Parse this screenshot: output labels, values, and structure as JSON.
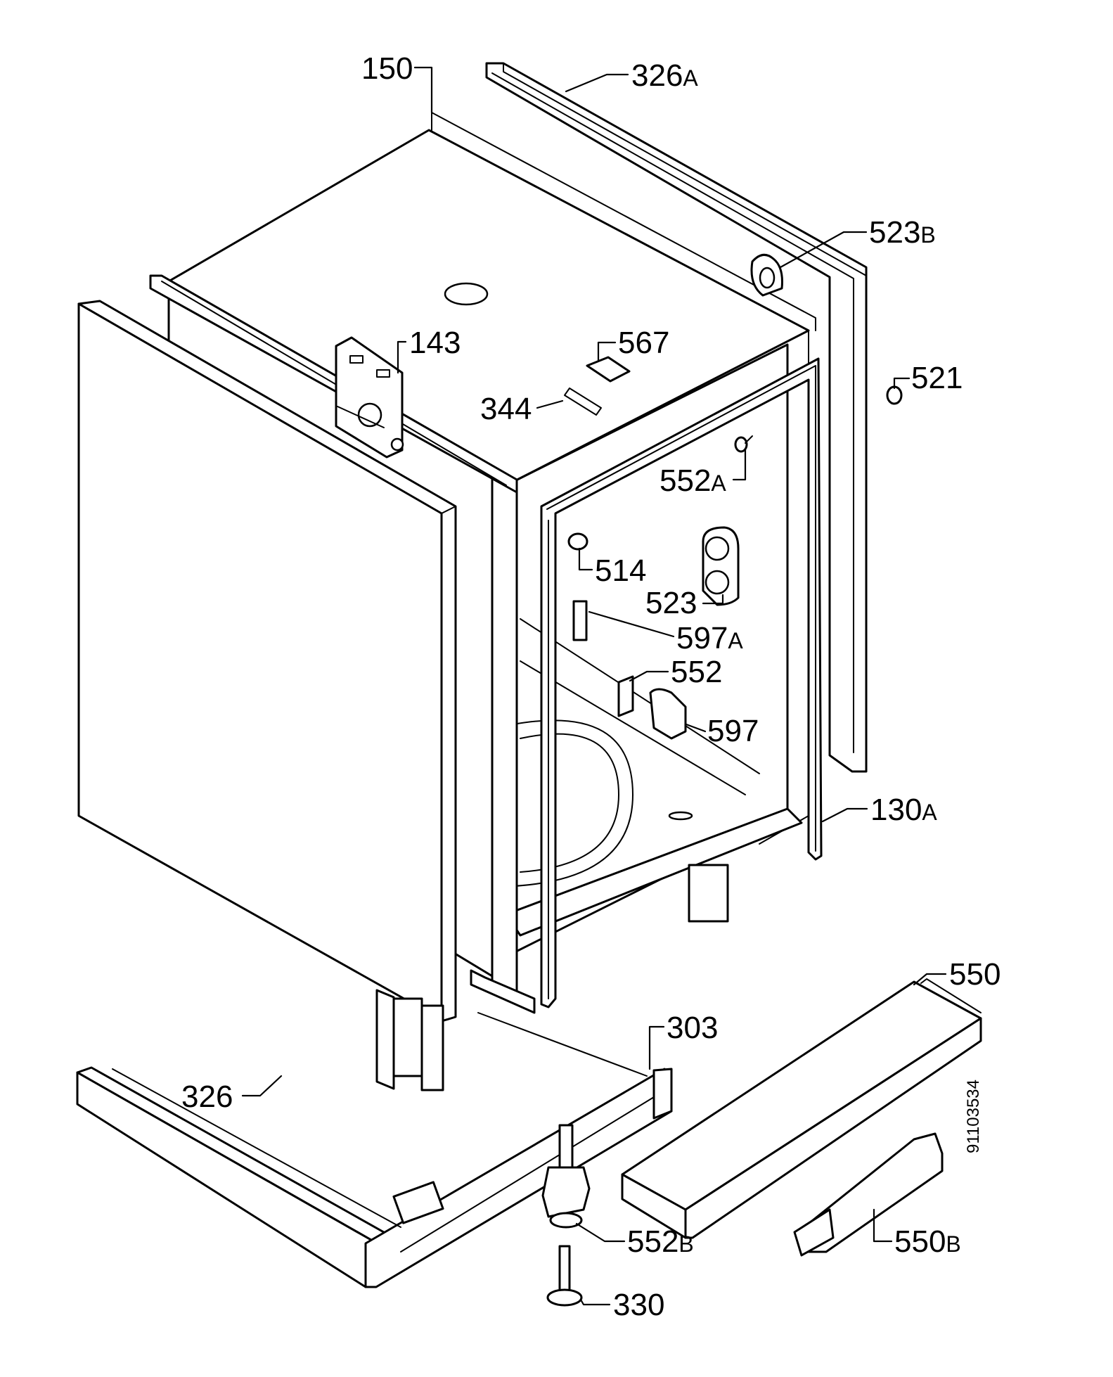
{
  "diagram": {
    "document_number": "91103534",
    "callouts": [
      {
        "id": "c150",
        "num": "150",
        "suffix": ""
      },
      {
        "id": "c326a",
        "num": "326",
        "suffix": "A"
      },
      {
        "id": "c523b",
        "num": "523",
        "suffix": "B"
      },
      {
        "id": "c143",
        "num": "143",
        "suffix": ""
      },
      {
        "id": "c567",
        "num": "567",
        "suffix": ""
      },
      {
        "id": "c521",
        "num": "521",
        "suffix": ""
      },
      {
        "id": "c344",
        "num": "344",
        "suffix": ""
      },
      {
        "id": "c552a",
        "num": "552",
        "suffix": "A"
      },
      {
        "id": "c514",
        "num": "514",
        "suffix": ""
      },
      {
        "id": "c523",
        "num": "523",
        "suffix": ""
      },
      {
        "id": "c597a",
        "num": "597",
        "suffix": "A"
      },
      {
        "id": "c552",
        "num": "552",
        "suffix": ""
      },
      {
        "id": "c597",
        "num": "597",
        "suffix": ""
      },
      {
        "id": "c130a",
        "num": "130",
        "suffix": "A"
      },
      {
        "id": "c550",
        "num": "550",
        "suffix": ""
      },
      {
        "id": "c303",
        "num": "303",
        "suffix": ""
      },
      {
        "id": "c326",
        "num": "326",
        "suffix": ""
      },
      {
        "id": "c552b",
        "num": "552",
        "suffix": "B"
      },
      {
        "id": "c550b",
        "num": "550",
        "suffix": "B"
      },
      {
        "id": "c330",
        "num": "330",
        "suffix": ""
      }
    ]
  }
}
